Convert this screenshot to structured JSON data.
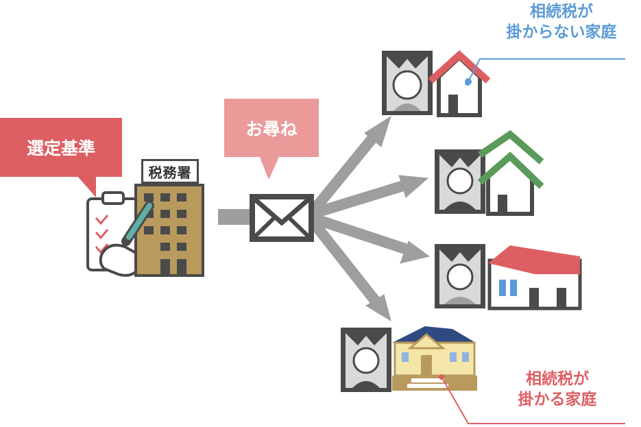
{
  "callouts": {
    "selection_criteria": "選定基準",
    "inquiry": "お尋ね"
  },
  "tax_office": {
    "sign": "税務署"
  },
  "labels": {
    "no_tax_line1": "相続税が",
    "no_tax_line2": "掛からない家庭",
    "tax_line1": "相続税が",
    "tax_line2": "掛かる家庭"
  },
  "colors": {
    "red": "#dd5f63",
    "pink": "#eb9a9a",
    "blue": "#5b9bd6",
    "gray": "#9e9e9e",
    "dark": "#4a4a4a",
    "green": "#5a9a5a",
    "building": "#b89a5c"
  },
  "icons": [
    "clipboard-icon",
    "pen-icon",
    "building-icon",
    "envelope-icon",
    "portrait-icon",
    "house-icon",
    "mansion-icon"
  ]
}
